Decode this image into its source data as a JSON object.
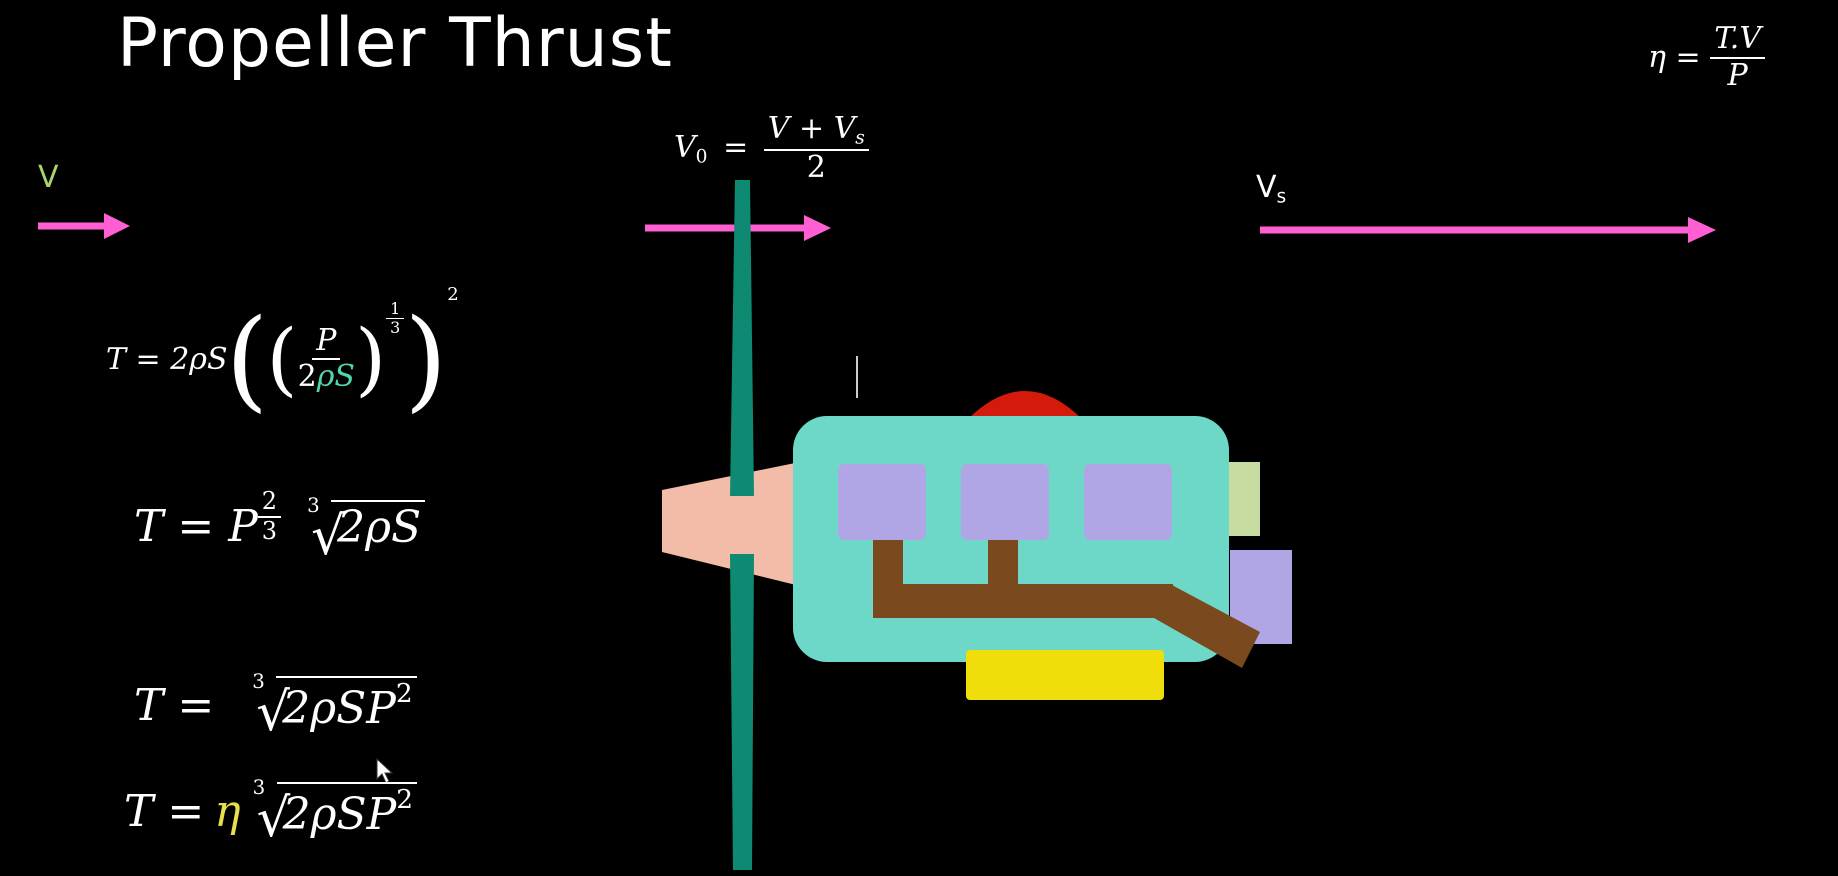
{
  "title": "Propeller Thrust",
  "labels": {
    "v": "V",
    "vs_base": "V",
    "vs_sub": "s"
  },
  "eq_eta": {
    "lhs": "η =",
    "num": "T.V",
    "den": "P"
  },
  "eq_v0": {
    "lhs_base": "V",
    "lhs_sub": "0",
    "eq": "=",
    "num": "V + V",
    "num_sub": "s",
    "den": "2"
  },
  "eq1": {
    "lhs": "T = 2ρS",
    "inner_num": "P",
    "inner_den_a": "2",
    "inner_den_b": "ρS",
    "exp_num": "1",
    "exp_den": "3",
    "outer_exp": "2"
  },
  "eq2": {
    "lhs": "T = P",
    "exp_num": "2",
    "exp_den": "3",
    "root_index": "3",
    "radicand": "2ρS"
  },
  "eq3": {
    "lhs": "T =",
    "root_index": "3",
    "radicand": "2ρSP",
    "radicand_exp": "2"
  },
  "eq4": {
    "lhs_a": "T =",
    "eta": "η",
    "root_index": "3",
    "radicand": "2ρSP",
    "radicand_exp": "2"
  },
  "colors": {
    "background": "#000000",
    "arrow": "#ff5fd2",
    "v_label": "#a8d66a",
    "rho_highlight": "#4fd6b0",
    "eta_highlight": "#e8e04a",
    "propeller_blade": "#0f8a72",
    "engine_body": "#6ed8c8",
    "cylinder": "#b0a6e6",
    "exhaust": "#7a4a1e",
    "top_cap": "#d41a0a",
    "oil_pan": "#f0de0a",
    "spinner": "#f2bca8",
    "rear_small": "#c6dca0",
    "rear_box": "#b0a6e6"
  }
}
